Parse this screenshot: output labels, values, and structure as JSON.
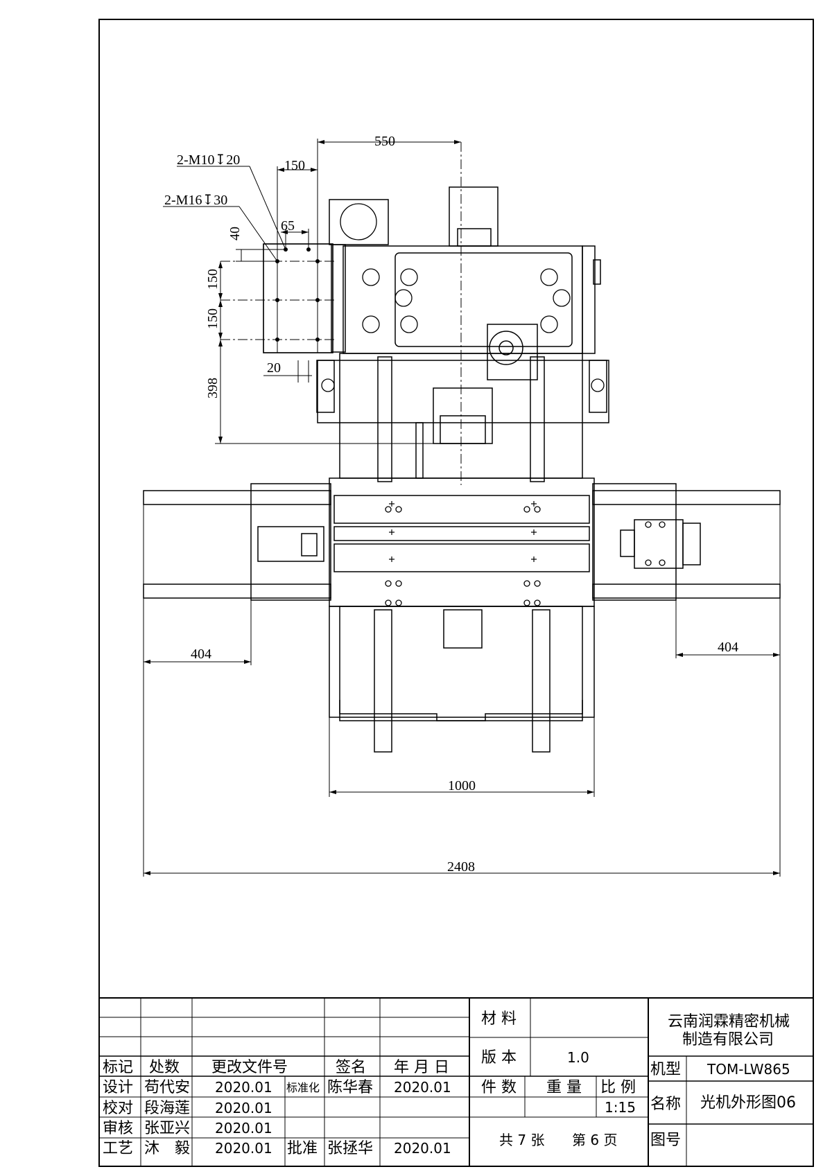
{
  "dimensions": {
    "d550": "550",
    "d150_top": "150",
    "d65": "65",
    "d40": "40",
    "d150_a": "150",
    "d150_b": "150",
    "d20": "20",
    "d398": "398",
    "d404_left": "404",
    "d404_right": "404",
    "d1000": "1000",
    "d2408": "2408",
    "callout_m10": "2-M10↧20",
    "callout_m16": "2-M16↧30"
  },
  "title_block": {
    "company_line1": "云南润霖精密机械",
    "company_line2": "制造有限公司",
    "material_label": "材 料",
    "material_value": "",
    "version_label": "版 本",
    "version_value": "1.0",
    "model_label": "机型",
    "model_value": "TOM-LW865",
    "qty_label": "件 数",
    "weight_label": "重 量",
    "scale_label": "比 例",
    "scale_value": "1:15",
    "name_label": "名称",
    "name_value": "光机外形图06",
    "drawing_no_label": "图号",
    "drawing_no_value": "",
    "sheets_total": "共 7 张",
    "sheet_current": "第 6 页",
    "rev_headers": [
      "标记",
      "处数",
      "更改文件号",
      "签名",
      "年 月 日"
    ],
    "sign_rows": [
      {
        "role": "设计",
        "name": "苟代安",
        "date": "2020.01",
        "role2": "标准化",
        "name2": "陈华春",
        "date2": "2020.01"
      },
      {
        "role": "校对",
        "name": "段海莲",
        "date": "2020.01",
        "role2": "",
        "name2": "",
        "date2": ""
      },
      {
        "role": "审核",
        "name": "张亚兴",
        "date": "2020.01",
        "role2": "",
        "name2": "",
        "date2": ""
      },
      {
        "role": "工艺",
        "name": "沐　毅",
        "date": "2020.01",
        "role2": "批准",
        "name2": "张拯华",
        "date2": "2020.01"
      }
    ]
  }
}
